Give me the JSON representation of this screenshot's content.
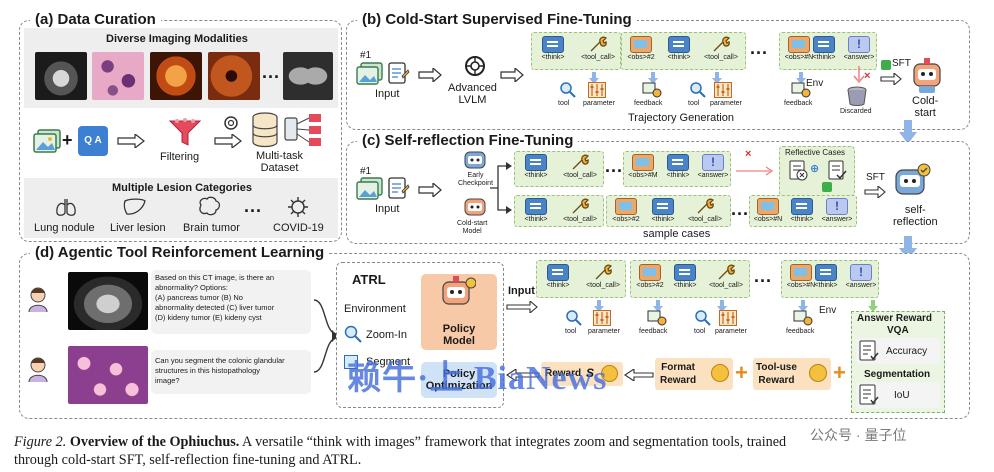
{
  "panels": {
    "a": {
      "title": "(a) Data Curation",
      "modalities_title": "Diverse Imaging Modalities",
      "filtering": "Filtering",
      "dataset": "Multi-task\nDataset",
      "lesions_title": "Multiple Lesion Categories",
      "lesions": [
        "Lung nodule",
        "Liver lesion",
        "Brain tumor",
        "COVID-19"
      ],
      "qa_badge": "Q A",
      "ellipsis": "..."
    },
    "b": {
      "title": "(b) Cold-Start Supervised Fine-Tuning",
      "index": "#1",
      "input": "Input",
      "lvlm": "Advanced\nLVLM",
      "env": "Env",
      "trajectory": "Trajectory Generation",
      "discarded": "Discarded",
      "sft": "SFT",
      "cold_start": "Cold-\nstart",
      "tokens": [
        "<think>",
        "<tool_call>",
        "<obs>#2",
        "<think>",
        "<tool_call>",
        "<obs>#N",
        "<think>",
        "<answer>"
      ],
      "sub": [
        "tool",
        "parameter",
        "feedback",
        "tool",
        "parameter",
        "feedback"
      ]
    },
    "c": {
      "title": "(c) Self-reflection Fine-Tuning",
      "index": "#1",
      "input": "Input",
      "early": "Early\nCheckpoint",
      "cold_model": "Cold-start\nModel",
      "reflective": "Reflective Cases",
      "sample_cases": "sample cases",
      "sft": "SFT",
      "self_reflection": "self-\nreflection",
      "row1": [
        "<think>",
        "<tool_call>",
        "<obs>#M",
        "<think>",
        "<answer>"
      ],
      "row2": [
        "<think>",
        "<tool_call>",
        "<obs>#2",
        "<think>",
        "<tool_call>",
        "<obs>#N",
        "<think>",
        "<answer>"
      ]
    },
    "d": {
      "title": "(d) Agentic Tool Reinforcement Learning",
      "q1": "Based on this CT image, is there an\nabnormality? Options:\n(A) pancreas tumor (B) No\nabnormality detected (C) liver tumor\n(D) kideny tumor (E) kideny cyst",
      "q2": "Can you segment the colonic glandular\nstructures in this histopathology\nimage?",
      "atrl": "ATRL",
      "environment": "Environment",
      "zoom": "Zoom-In",
      "segment": "Segment",
      "policy_model": "Policy\nModel",
      "policy_opt": "Policy\nOptimization",
      "input": "Input",
      "env": "Env",
      "reward": "Reward",
      "reward_s": "S",
      "format_reward": "Format\nReward",
      "tool_reward": "Tool-use\nReward",
      "answer_reward": "Answer Reward",
      "vqa": "VQA",
      "accuracy": "Accuracy",
      "segmentation": "Segmentation",
      "iou": "IoU",
      "tokens": [
        "<think>",
        "<tool_call>",
        "<obs>#2",
        "<think>",
        "<tool_call>",
        "<obs>#N",
        "<think>",
        "<answer>"
      ],
      "sub": [
        "tool",
        "parameter",
        "feedback",
        "tool",
        "parameter",
        "feedback"
      ]
    }
  },
  "caption": {
    "figure": "Figure 2.",
    "bold": "Overview of the Ophiuchus.",
    "line1": " A versatile “think with images” framework that integrates zoom and segmentation tools, trained",
    "line2": "through cold-start SFT, self-reflection fine-tuning and ATRL."
  },
  "watermark": {
    "main": "赖牛·上 BiaNews",
    "small": "公众号 · 量子位"
  },
  "colors": {
    "strip": "#e6f2d8",
    "reward": "#fbe1bf",
    "policy_model": "#f7c9a6",
    "policy_opt": "#cfe2f6",
    "robot": "#f3a27a"
  }
}
